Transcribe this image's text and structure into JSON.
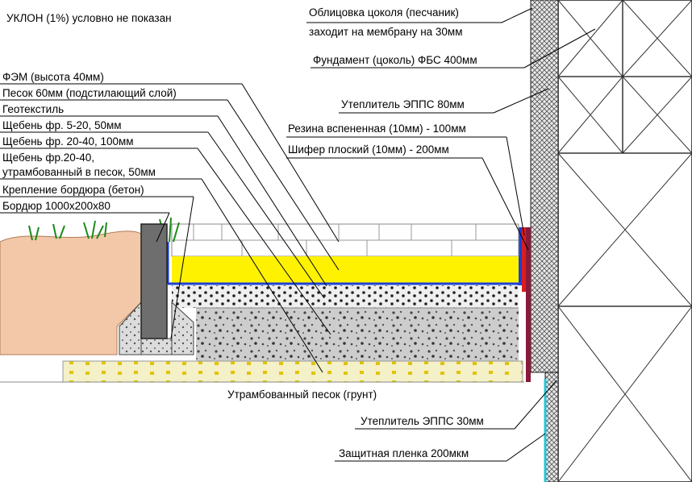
{
  "note": "УКЛОН (1%) условно не показан",
  "labels_right": {
    "cladding_line1": "Облицовка цоколя (песчаник)",
    "cladding_line2": "заходит на мембрану на 30мм",
    "foundation": "Фундамент (цоколь) ФБС 400мм",
    "insulation80": "Утеплитель ЭППС 80мм",
    "rubber": "Резина вспененная (10мм) - 100мм",
    "slate": "Шифер плоский (10мм) - 200мм",
    "insulation30": "Утеплитель ЭППС 30мм",
    "film": "Защитная пленка 200мкм"
  },
  "labels_left": {
    "fem": "ФЭМ (высота 40мм)",
    "sand60": "Песок 60мм (подстилающий слой)",
    "geotextile": "Геотекстиль",
    "gravel520": "Щебень фр. 5-20,  50мм",
    "gravel2040": "Щебень фр. 20-40, 100мм",
    "gravel2040b_line1": "Щебень фр.20-40,",
    "gravel2040b_line2": "утрамбованный в песок, 50мм",
    "curb_fix": "Крепление бордюра (бетон)",
    "curb": "Бордюр 1000х200х80"
  },
  "labels_bottom": {
    "compacted_sand": "Утрамбованный песок (грунт)"
  },
  "colors": {
    "sand_yellow": "#fff200",
    "geotextile_blue": "#1c3fd8",
    "gravel_gray": "#c9c9c9",
    "curb_gray": "#6e6e6e",
    "soil": "#f2c8a8",
    "grass": "#1a8a1a",
    "slate_maroon": "#8a1a3a",
    "rubber_red": "#d81e1e"
  }
}
